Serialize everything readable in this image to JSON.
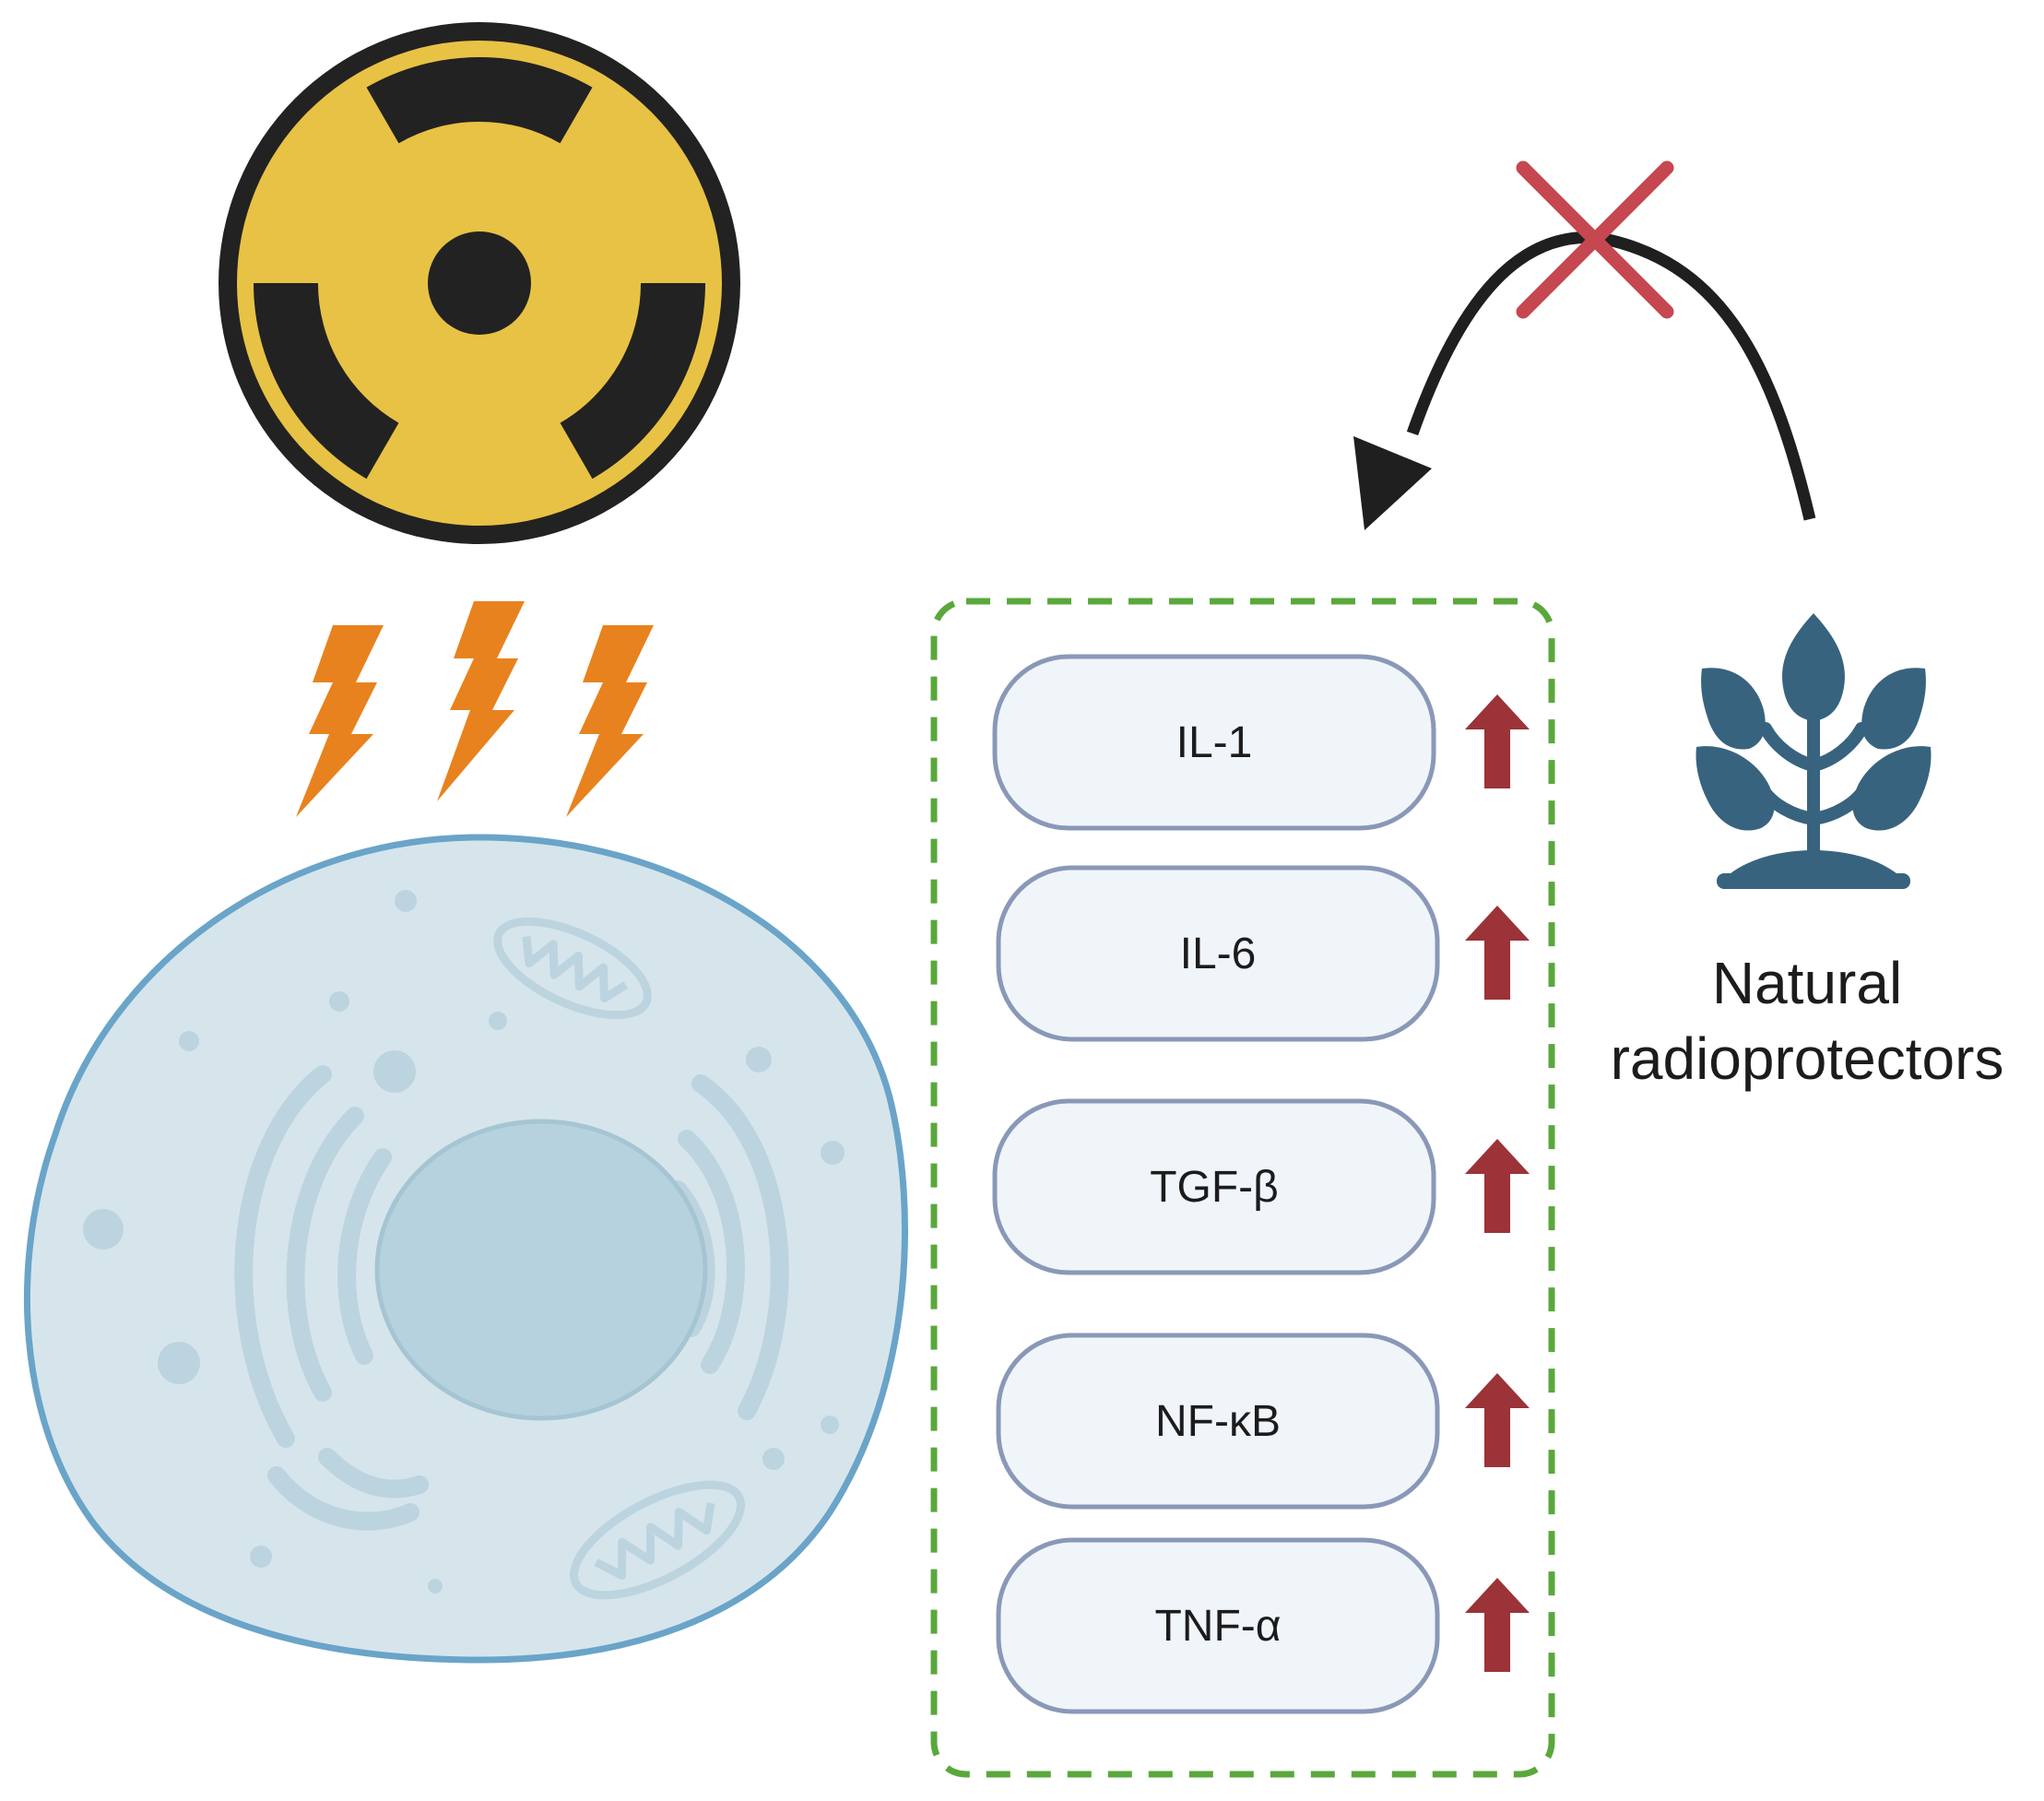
{
  "colors": {
    "radiation_fill": "#e8c244",
    "radiation_dark": "#222222",
    "lightning": "#e8821e",
    "cell_membrane": "#6aa4c8",
    "cell_fill": "#d6e5ec",
    "nucleus_fill": "#b5d2de",
    "organelle": "#bcd4df",
    "dashed_box": "#5aa83c",
    "cytokine_border": "#8a98b8",
    "cytokine_fill": "#f0f5fa",
    "up_arrow": "#9b3338",
    "inhibit_cross": "#c6474f",
    "curved_arrow": "#1f1f1f",
    "plant": "#38637f"
  },
  "icons": {
    "radiation": "radiation-hazard-icon",
    "lightning": "lightning-bolt-icon",
    "cell": "cell-icon",
    "plant": "plant-icon",
    "inhibit": "cross-icon",
    "increase": "up-arrow-icon"
  },
  "cytokines": [
    "IL-1",
    "IL-6",
    "TGF-β",
    "NF-κB",
    "TNF-α"
  ],
  "plant_label": {
    "line1": "Natural",
    "line2": "radioprotectors"
  }
}
